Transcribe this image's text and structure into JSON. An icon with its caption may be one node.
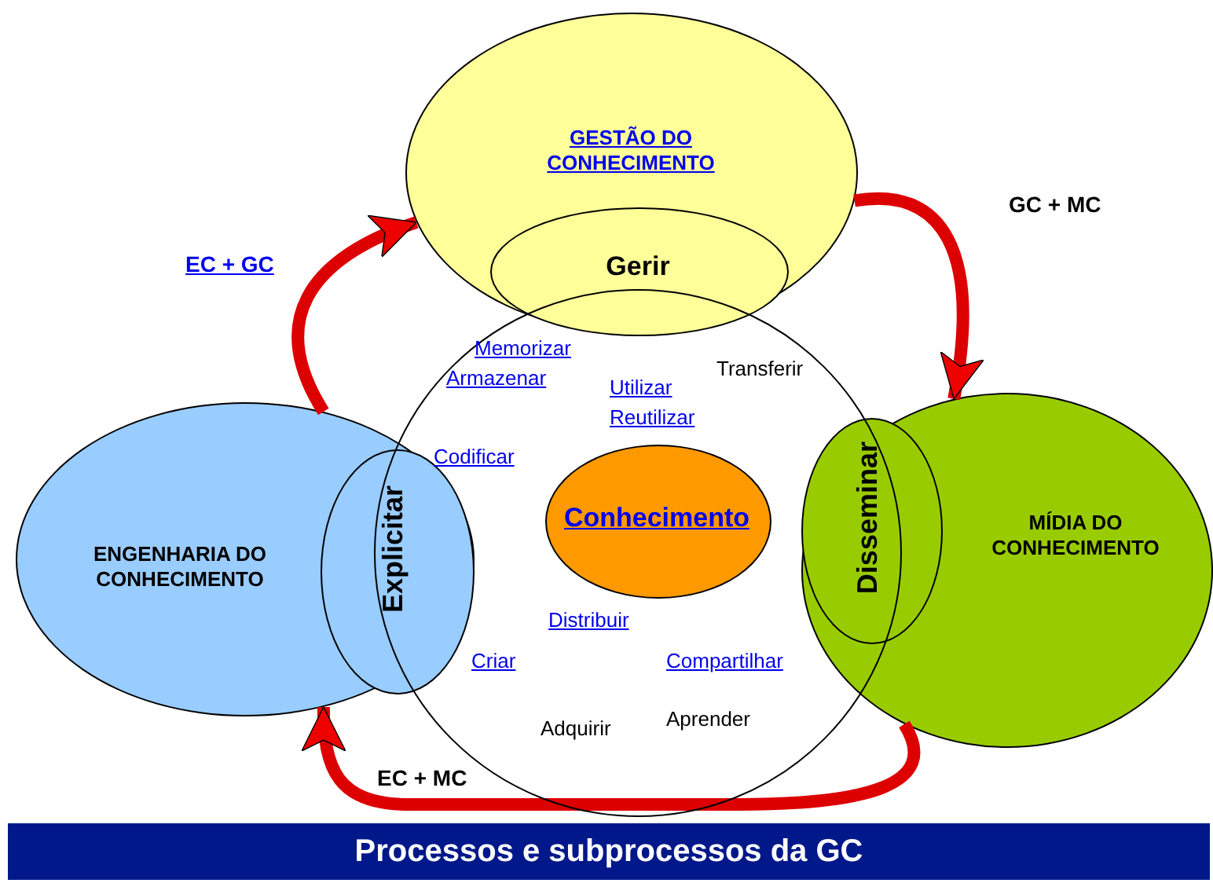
{
  "diagram": {
    "caption": "Processos e subprocessos da GC",
    "nodes": [
      {
        "text": [],
        "shape": "circle"
      },
      {
        "text": [
          "GESTÃO DO CONHECIMENTO"
        ]
      },
      {
        "text": [
          "Gerir"
        ],
        "in": 1
      },
      {
        "text": [
          "ENGENHARIA DO CONHECIMENTO"
        ]
      },
      {
        "text": [
          "Explicitar"
        ],
        "in": 3
      },
      {
        "text": [
          "MÍDIA DO CONHECIMENTO"
        ]
      },
      {
        "text": [
          "Disseminar"
        ],
        "in": 5
      },
      {
        "text": [
          "Conhecimento"
        ],
        "in": 0
      }
    ],
    "edges": [
      {
        "from": 3,
        "to": 1,
        "arrow": "to",
        "label": "EC + GC"
      },
      {
        "from": 1,
        "to": 5,
        "arrow": "to",
        "label": "GC + MC"
      },
      {
        "from": 5,
        "to": 3,
        "arrow": "to",
        "label": "EC + MC"
      }
    ],
    "labels": [
      "Memorizar",
      "Armazenar",
      "Transferir",
      "Utilizar",
      "Reutilizar",
      "Codificar",
      "Distribuir",
      "Criar",
      "Compartilhar",
      "Adquirir",
      "Aprender"
    ]
  }
}
